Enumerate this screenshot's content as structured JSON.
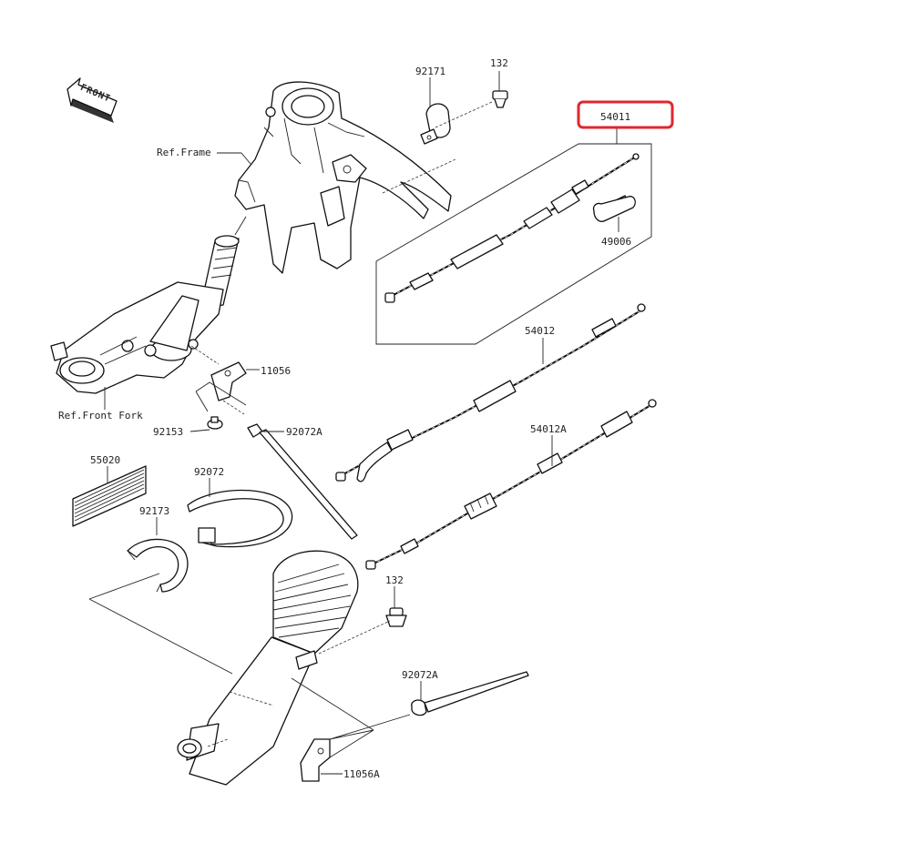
{
  "labels": {
    "front": "FRONT",
    "ref_frame": "Ref.Frame",
    "ref_front_fork": "Ref.Front Fork",
    "p92171": "92171",
    "p132_top": "132",
    "p54011": "54011",
    "p49006": "49006",
    "p54012": "54012",
    "p54012A": "54012A",
    "p11056": "11056",
    "p92153": "92153",
    "p92072A_top": "92072A",
    "p55020": "55020",
    "p92072": "92072",
    "p92173": "92173",
    "p132_bottom": "132",
    "p92072A_bottom": "92072A",
    "p11056A": "11056A"
  },
  "highlight": {
    "part": "54011",
    "color": "#e0262f"
  },
  "colors": {
    "line": "#111111",
    "background": "#ffffff"
  }
}
